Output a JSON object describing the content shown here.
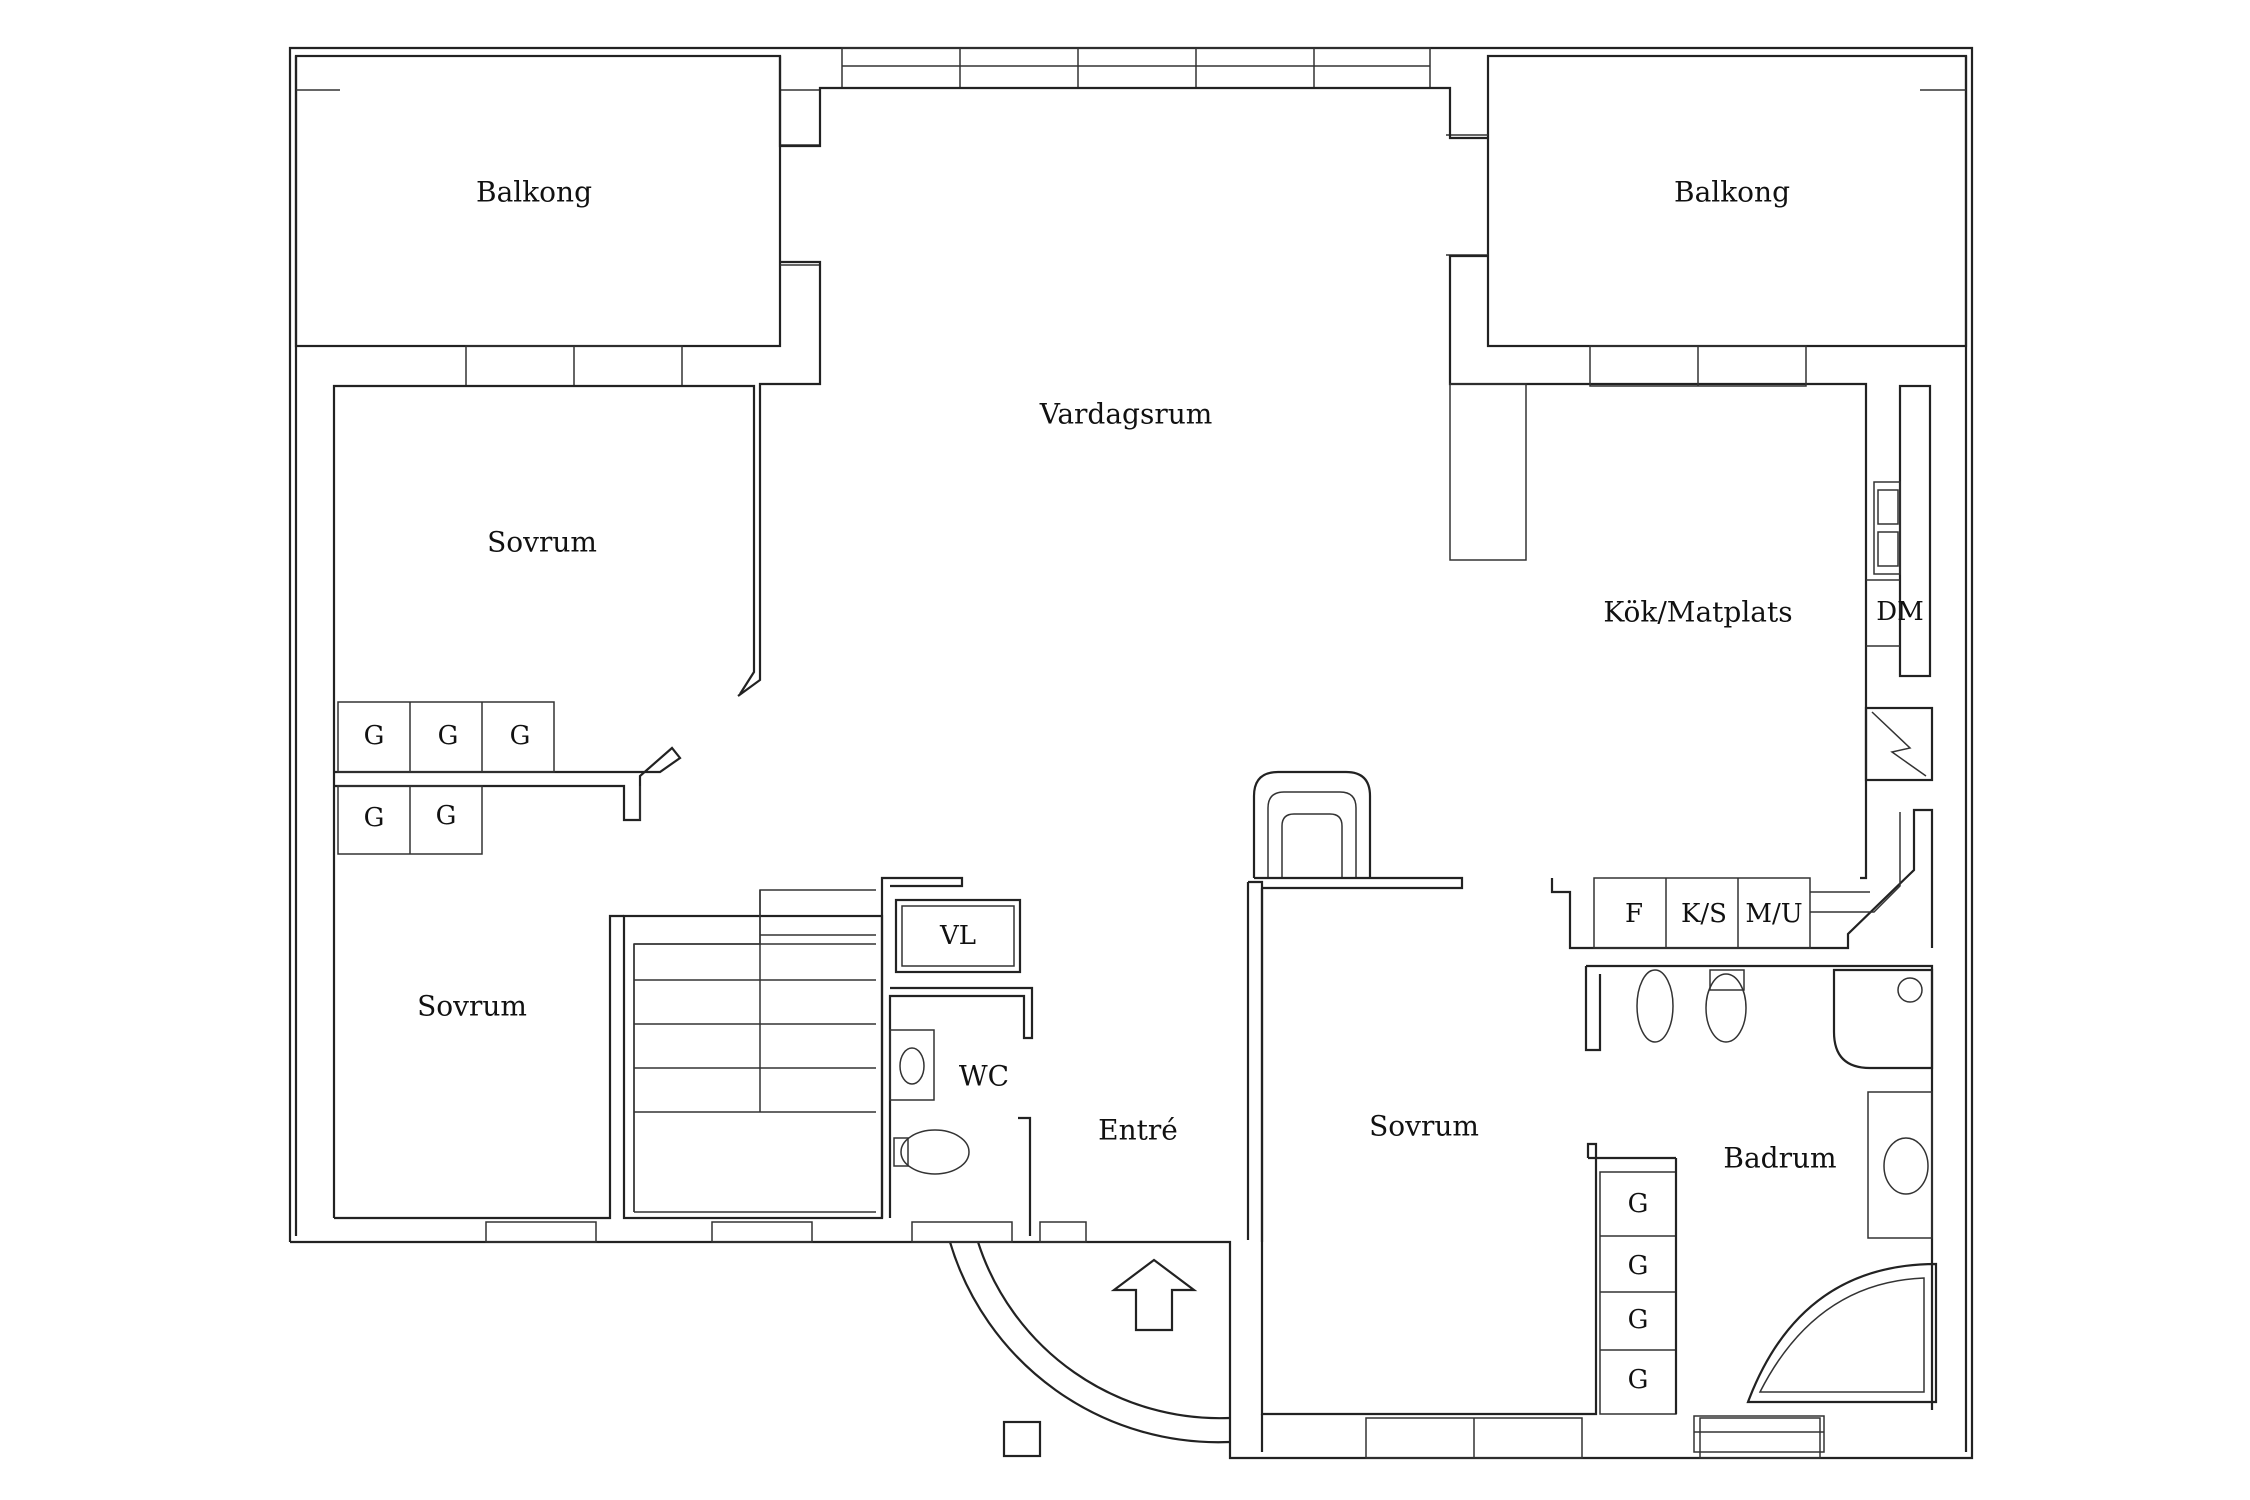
{
  "rooms": {
    "balkong_left": "Balkong",
    "balkong_right": "Balkong",
    "vardagsrum": "Vardagsrum",
    "sovrum_top": "Sovrum",
    "sovrum_left": "Sovrum",
    "sovrum_right": "Sovrum",
    "kok": "Kök/Matplats",
    "wc": "WC",
    "entre": "Entré",
    "badrum": "Badrum"
  },
  "fixtures": {
    "dm": "DM",
    "vl": "VL",
    "f": "F",
    "ks": "K/S",
    "mu": "M/U"
  },
  "closets": {
    "top_row": [
      "G",
      "G",
      "G"
    ],
    "second_row": [
      "G",
      "G"
    ],
    "bath_column": [
      "G",
      "G",
      "G",
      "G"
    ]
  }
}
